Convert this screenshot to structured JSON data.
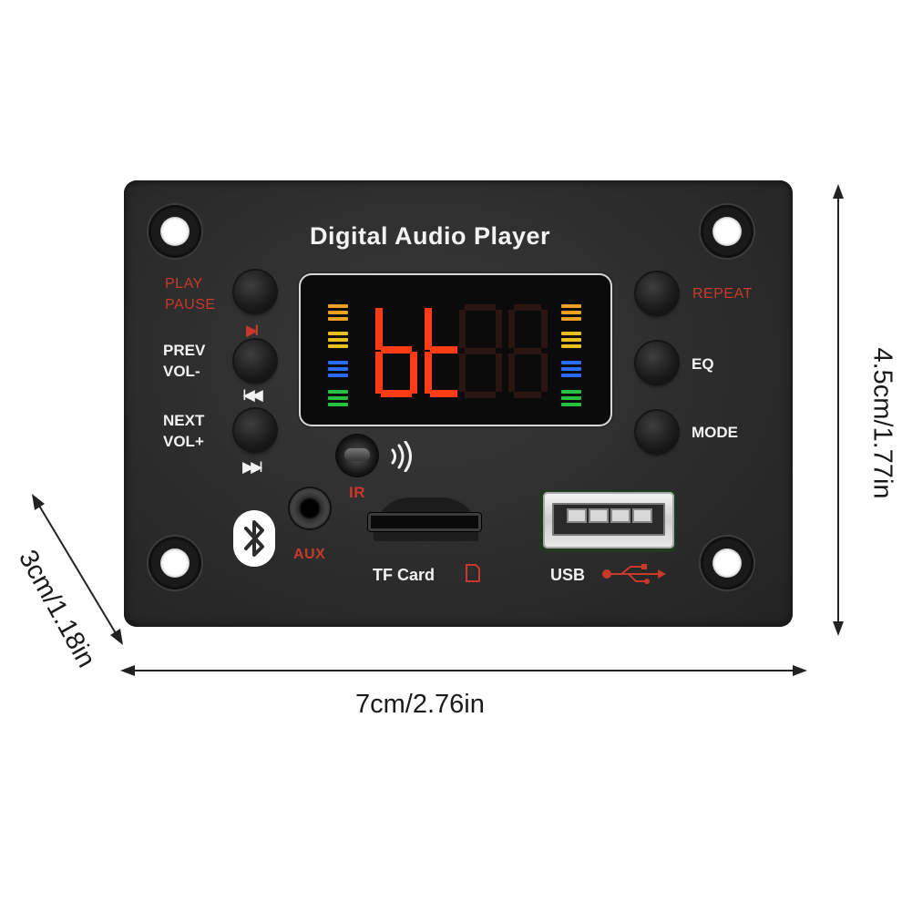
{
  "title": "Digital Audio Player",
  "buttons_left": [
    {
      "label_line1": "PLAY",
      "label_line2": "PAUSE",
      "symbol": "▶II"
    },
    {
      "label_line1": "PREV",
      "label_line2": "VOL-",
      "symbol": "I◀◀"
    },
    {
      "label_line1": "NEXT",
      "label_line2": "VOL+",
      "symbol": "▶▶I"
    }
  ],
  "buttons_right": [
    {
      "label": "REPEAT"
    },
    {
      "label": "EQ"
    },
    {
      "label": "MODE"
    }
  ],
  "display": {
    "text": "bt"
  },
  "ports": {
    "ir_label": "IR",
    "aux_label": "AUX",
    "tf_label": "TF Card",
    "usb_label": "USB"
  },
  "dimensions": {
    "width": "7cm/2.76in",
    "height": "4.5cm/1.77in",
    "depth": "3cm/1.18in"
  },
  "colors": {
    "panel": "#2c2c2c",
    "label_red": "#c8392b",
    "display_digit": "#ff3a14",
    "bar_orange": "#f0a020",
    "bar_yellow": "#e8c020",
    "bar_blue": "#2a6cff",
    "bar_green": "#28c040"
  },
  "icons": [
    "bluetooth-icon",
    "wireless-signal-icon",
    "sd-card-icon",
    "usb-trident-icon",
    "play-pause-icon",
    "previous-icon",
    "next-icon"
  ]
}
